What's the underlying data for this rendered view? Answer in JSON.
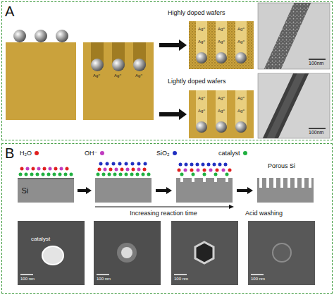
{
  "diagram": {
    "nodes": [
      {
        "text": [
          "A"
        ]
      },
      {
        "text": [
          "B"
        ]
      },
      {
        "text": [
          "Si"
        ],
        "in": 1
      }
    ],
    "labels": [
      "Highly doped wafers",
      "Lightly doped wafers",
      "Ag⁺",
      "Ag⁺",
      "Ag⁺",
      "Ag⁺",
      "Ag⁺",
      "Ag⁺",
      "Ag⁺",
      "Ag⁺",
      "Ag⁺",
      "Ag⁺",
      "Ag⁺",
      "Ag⁺",
      "Ag⁺",
      "Ag⁺",
      "Ag⁺",
      "100nm",
      "100nm",
      "Porous Si",
      "Increasing reaction time",
      "Acid washing",
      "catalyst",
      "100 nm",
      "100 nm",
      "100 nm",
      "100 nm"
    ],
    "legend": [
      {
        "text": "H₂O",
        "color": "#e02020"
      },
      {
        "text": "OH⁻",
        "color": "#c03cc0"
      },
      {
        "text": "SiO₂",
        "color": "#2030c0"
      },
      {
        "text": "catalyst",
        "color": "#20b040"
      }
    ]
  }
}
